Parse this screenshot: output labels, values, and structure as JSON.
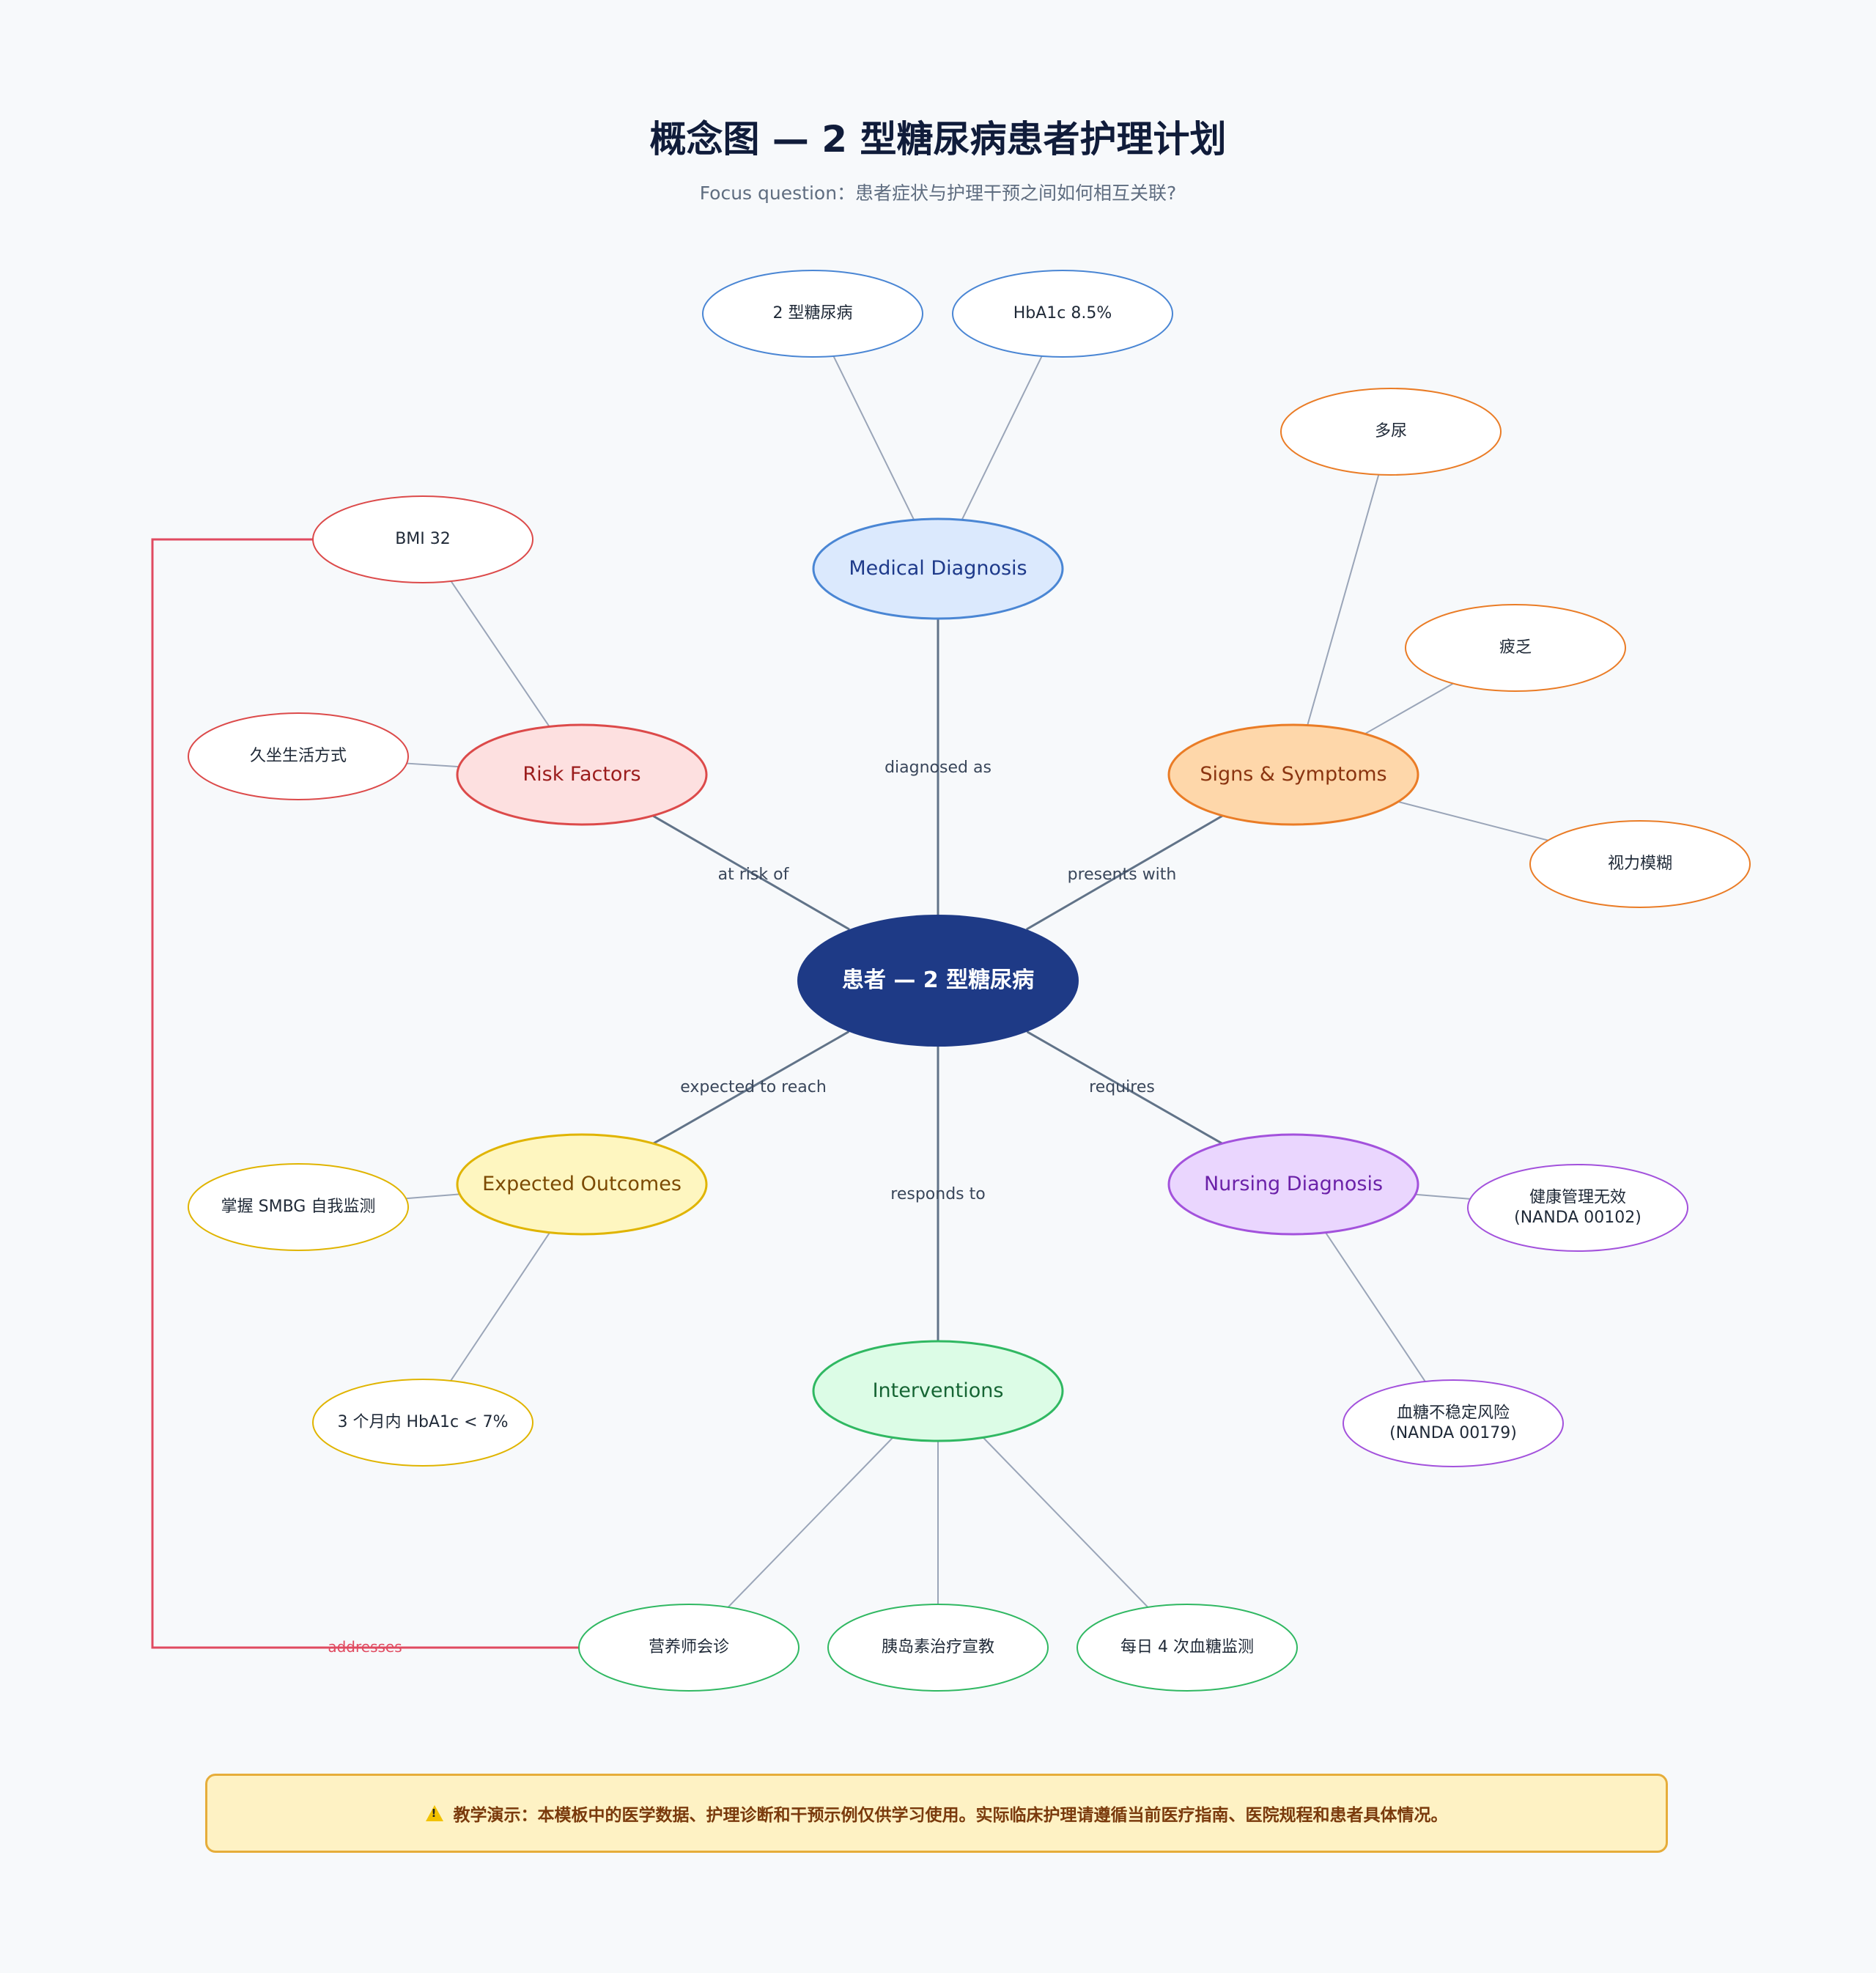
{
  "header": {
    "title": "概念图 — 2 型糖尿病患者护理计划",
    "focus_question": "Focus question：患者症状与护理干预之间如何相互关联?"
  },
  "center": {
    "label": "患者 — 2 型糖尿病",
    "color": "#1e3a86"
  },
  "categories": [
    {
      "id": "medical",
      "label": "Medical Diagnosis",
      "link_label": "diagnosed as",
      "stroke": "#4a86d4",
      "fill": "#dbe9fd",
      "text": "#1e3a8a",
      "children": [
        "2 型糖尿病",
        "HbA1c 8.5%"
      ]
    },
    {
      "id": "risk",
      "label": "Risk Factors",
      "link_label": "at risk of",
      "stroke": "#dc4a4a",
      "fill": "#fde0e0",
      "text": "#9b1c1c",
      "children": [
        "BMI 32",
        "久坐生活方式"
      ]
    },
    {
      "id": "signs",
      "label": "Signs & Symptoms",
      "link_label": "presents with",
      "stroke": "#ea7c26",
      "fill": "#fed7aa",
      "text": "#8a3410",
      "children": [
        "多尿",
        "疲乏",
        "视力模糊"
      ]
    },
    {
      "id": "outcomes",
      "label": "Expected Outcomes",
      "link_label": "expected to reach",
      "stroke": "#e0b400",
      "fill": "#fef6c0",
      "text": "#7c4a03",
      "children": [
        "掌握 SMBG 自我监测",
        "3 个月内 HbA1c < 7%"
      ]
    },
    {
      "id": "nursing",
      "label": "Nursing Diagnosis",
      "link_label": "requires",
      "stroke": "#a352dc",
      "fill": "#ead6fe",
      "text": "#6b21a8",
      "children": [
        "健康管理无效\n(NANDA 00102)",
        "血糖不稳定风险\n(NANDA 00179)"
      ]
    },
    {
      "id": "interventions",
      "label": "Interventions",
      "link_label": "responds to",
      "stroke": "#30b862",
      "fill": "#dcfce6",
      "text": "#166534",
      "children": [
        "营养师会诊",
        "胰岛素治疗宣教",
        "每日 4 次血糖监测"
      ]
    }
  ],
  "cross_link": {
    "label": "addresses",
    "from": "interventions.children.0",
    "to": "risk.children.0",
    "color": "#e04a60"
  },
  "disclaimer": {
    "icon": "warning-icon",
    "text": "教学演示：本模板中的医学数据、护理诊断和干预示例仅供学习使用。实际临床护理请遵循当前医疗指南、医院规程和患者具体情况。"
  }
}
